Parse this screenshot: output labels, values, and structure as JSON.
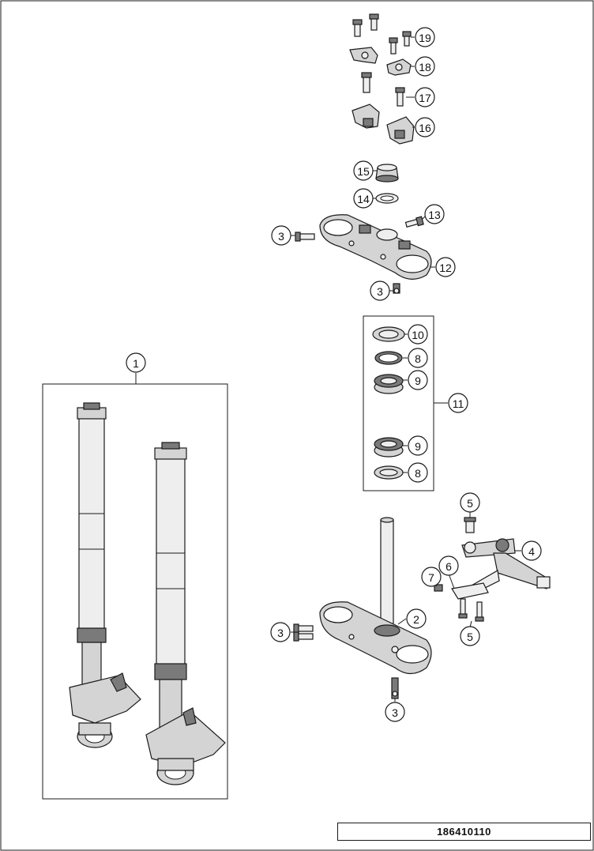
{
  "diagram": {
    "drawing_number": "186410110",
    "callouts": [
      {
        "key": "c19",
        "label": "19"
      },
      {
        "key": "c18",
        "label": "18"
      },
      {
        "key": "c17",
        "label": "17"
      },
      {
        "key": "c16",
        "label": "16"
      },
      {
        "key": "c15",
        "label": "15"
      },
      {
        "key": "c14",
        "label": "14"
      },
      {
        "key": "c13",
        "label": "13"
      },
      {
        "key": "c3a",
        "label": "3"
      },
      {
        "key": "c12",
        "label": "12"
      },
      {
        "key": "c3b",
        "label": "3"
      },
      {
        "key": "c10",
        "label": "10"
      },
      {
        "key": "c8a",
        "label": "8"
      },
      {
        "key": "c9a",
        "label": "9"
      },
      {
        "key": "c11",
        "label": "11"
      },
      {
        "key": "c9b",
        "label": "9"
      },
      {
        "key": "c8b",
        "label": "8"
      },
      {
        "key": "c1",
        "label": "1"
      },
      {
        "key": "c5a",
        "label": "5"
      },
      {
        "key": "c4",
        "label": "4"
      },
      {
        "key": "c6",
        "label": "6"
      },
      {
        "key": "c7",
        "label": "7"
      },
      {
        "key": "c2",
        "label": "2"
      },
      {
        "key": "c3c",
        "label": "3"
      },
      {
        "key": "c5b",
        "label": "5"
      },
      {
        "key": "c3d",
        "label": "3"
      }
    ]
  }
}
